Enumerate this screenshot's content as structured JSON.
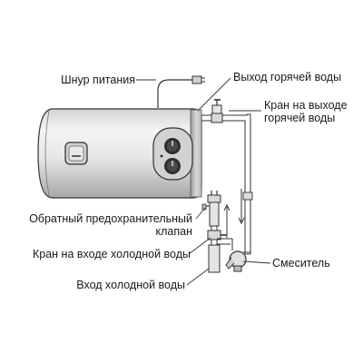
{
  "labels": {
    "power_cord": "Шнур  питания",
    "hot_water_outlet": "Выход горячей воды",
    "hot_outlet_valve_line1": "Кран на выходе",
    "hot_outlet_valve_line2": "горячей воды",
    "safety_valve_line1": "Обратный  предохранительный",
    "safety_valve_line2": "клапан",
    "cold_inlet_valve": "Кран на входе холодной воды",
    "mixer": "Смеситель",
    "cold_water_inlet": "Вход холодной воды"
  }
}
